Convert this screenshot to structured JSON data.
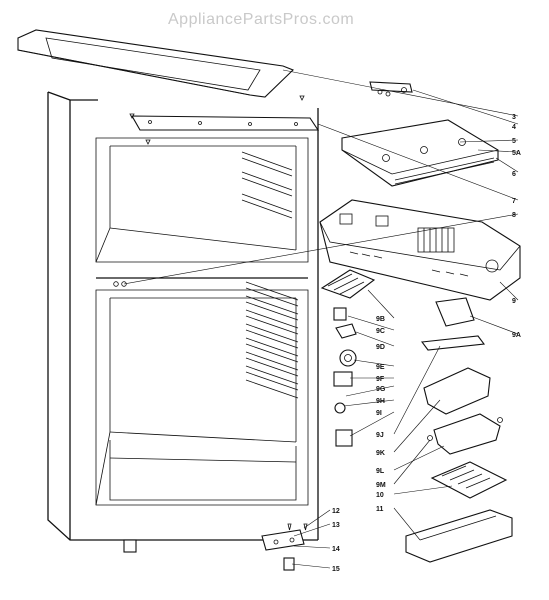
{
  "watermark": "AppliancePartsPros.com",
  "callouts": [
    {
      "id": "c3",
      "text": "3"
    },
    {
      "id": "c4",
      "text": "4"
    },
    {
      "id": "c5",
      "text": "5"
    },
    {
      "id": "c5a",
      "text": "5A"
    },
    {
      "id": "c6",
      "text": "6"
    },
    {
      "id": "c7",
      "text": "7"
    },
    {
      "id": "c8",
      "text": "8"
    },
    {
      "id": "c9",
      "text": "9"
    },
    {
      "id": "c9a",
      "text": "9A"
    },
    {
      "id": "c9b",
      "text": "9B"
    },
    {
      "id": "c9c",
      "text": "9C"
    },
    {
      "id": "c9d",
      "text": "9D"
    },
    {
      "id": "c9e",
      "text": "9E"
    },
    {
      "id": "c9f",
      "text": "9F"
    },
    {
      "id": "c9g",
      "text": "9G"
    },
    {
      "id": "c9h",
      "text": "9H"
    },
    {
      "id": "c9i",
      "text": "9I"
    },
    {
      "id": "c9j",
      "text": "9J"
    },
    {
      "id": "c9k",
      "text": "9K"
    },
    {
      "id": "c9l",
      "text": "9L"
    },
    {
      "id": "c9m",
      "text": "9M"
    },
    {
      "id": "c10",
      "text": "10"
    },
    {
      "id": "c11",
      "text": "11"
    },
    {
      "id": "c12",
      "text": "12"
    },
    {
      "id": "c13",
      "text": "13"
    },
    {
      "id": "c14",
      "text": "14"
    },
    {
      "id": "c15",
      "text": "15"
    }
  ]
}
